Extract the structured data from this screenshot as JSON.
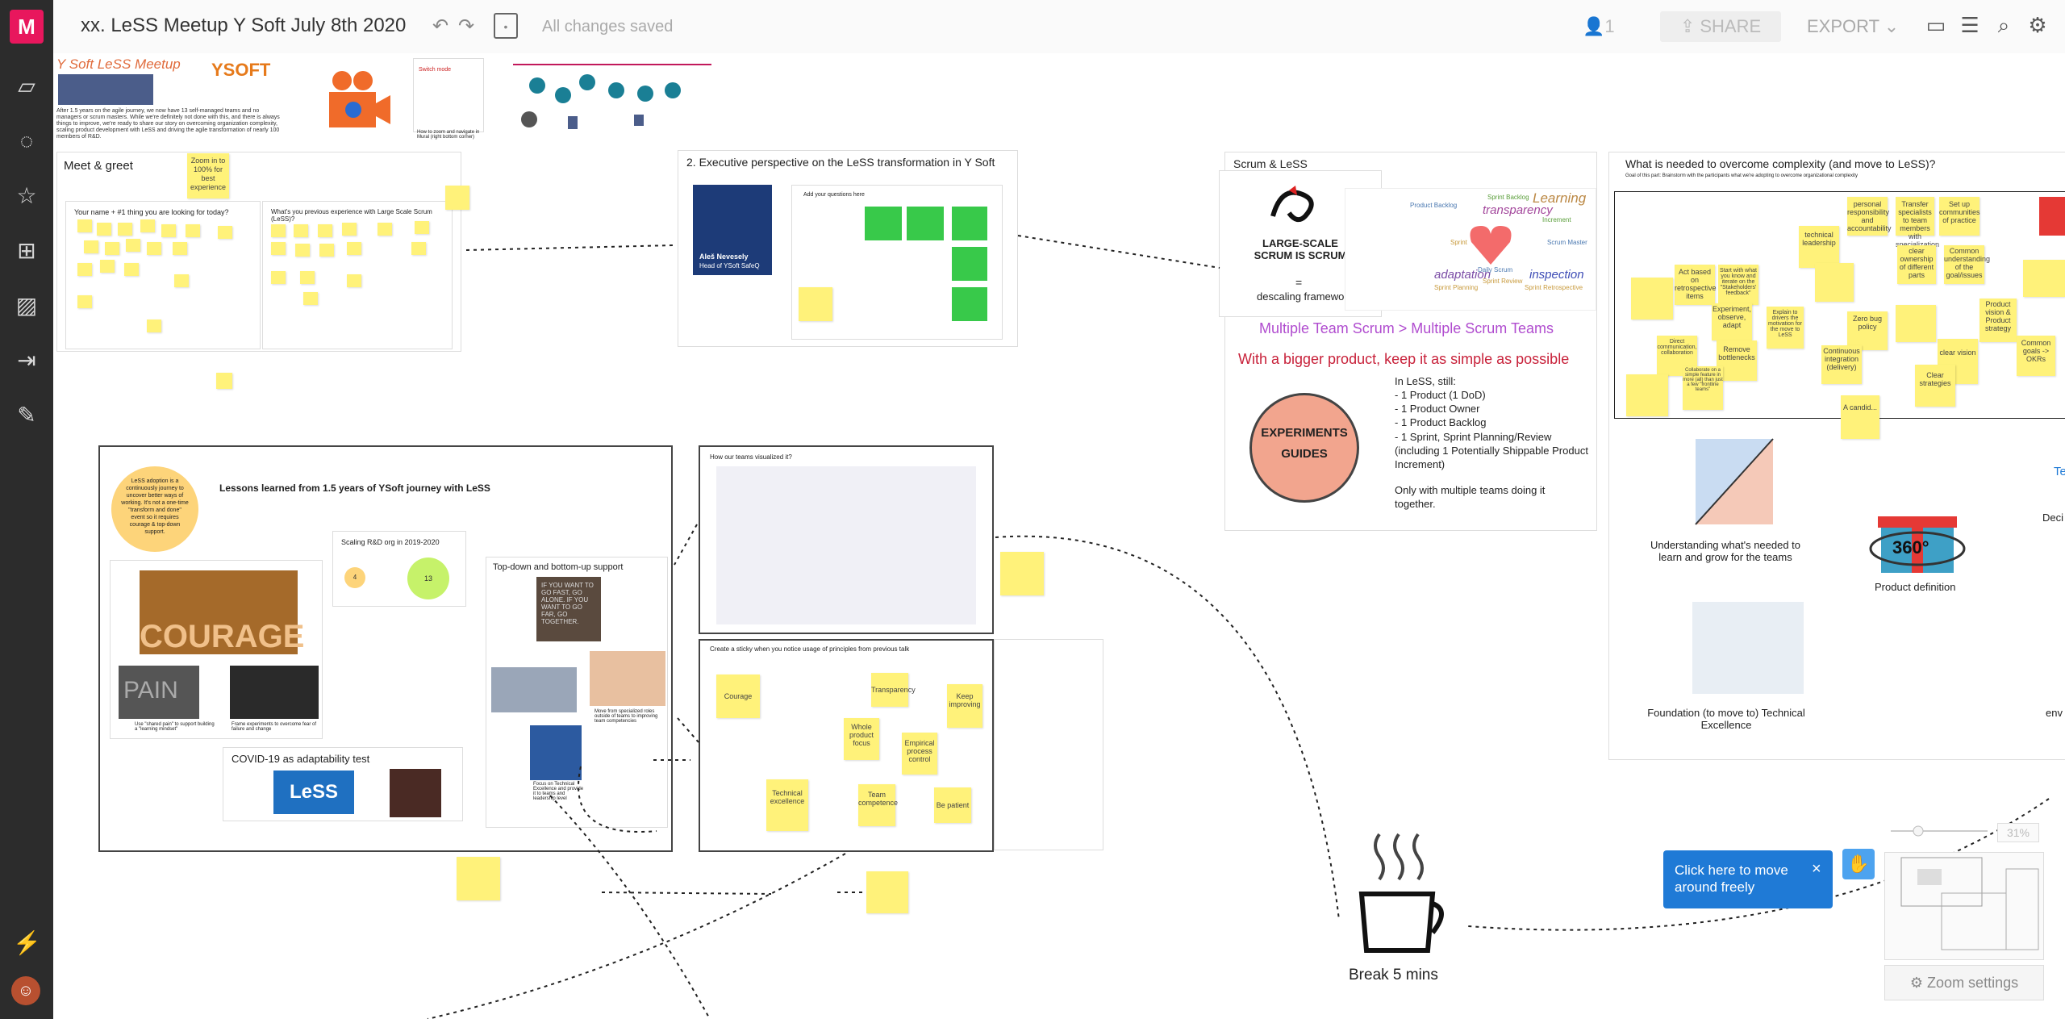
{
  "app": {
    "logo_letter": "M"
  },
  "board": {
    "title": "xx. LeSS Meetup Y Soft July 8th 2020",
    "save_status": "All changes saved"
  },
  "toolbar": {
    "user_count": "1",
    "share_label": "SHARE",
    "export_label": "EXPORT"
  },
  "left_tools": [
    "sticky-note-icon",
    "comment-icon",
    "star-icon",
    "frame-grid-icon",
    "image-icon",
    "import-icon",
    "pen-icon"
  ],
  "intro": {
    "title": "Y Soft LeSS Meetup",
    "brand": "YSOFT",
    "paragraph": "After 1.5 years on the agile journey, we now have 13 self-managed teams and no managers or scrum masters. While we're definitely not done with this, and there is always things to improve, we're ready to share our story on overcoming organization complexity, scaling product development with LeSS and driving the agile transformation of nearly 100 members of R&D.",
    "howto_title": "Switch mode",
    "howto_caption": "How to zoom and navigate in Mural (right bottom corner)"
  },
  "meet_greet": {
    "title": "Meet & greet",
    "zoom_note": "Zoom in to 100% for best experience",
    "q1": "Your name + #1 thing you are looking for today?",
    "q2": "What's you previous experience with Large Scale Scrum (LeSS)?"
  },
  "executive": {
    "title": "2. Executive perspective on the LeSS transformation in Y Soft",
    "person_name": "Aleš Nevesely",
    "person_role": "Head of YSoft SafeQ",
    "questions_label": "Add your questions here"
  },
  "scrum_less": {
    "title": "Scrum & LeSS",
    "logo_text": "LARGE-SCALE SCRUM IS SCRUM",
    "equals": "=",
    "descaling": "descaling framework",
    "words": [
      "Learning",
      "transparency",
      "adaptation",
      "inspection",
      "Product Backlog",
      "Sprint Backlog",
      "Increment",
      "Scrum Master",
      "Daily Scrum",
      "Sprint Planning",
      "Sprint Review",
      "Sprint Retrospective",
      "Sprint"
    ],
    "tagline1": "Multiple Team Scrum > Multiple Scrum Teams",
    "tagline2": "With a bigger product, keep it as simple as possible",
    "experiments_label": "EXPERIMENTS GUIDES",
    "still_heading": "In LeSS, still:",
    "still_items": [
      "- 1 Product (1 DoD)",
      "- 1 Product Owner",
      "- 1 Product Backlog",
      "- 1 Sprint, Sprint Planning/Review (including 1 Potentially Shippable Product Increment)"
    ],
    "still_footer": "Only with multiple teams doing it together."
  },
  "complexity": {
    "title": "What is needed to overcome complexity (and move to LeSS)?",
    "goal": "Goal of this part: Brainstorm with the participants what we're adopting to overcome organizational complexity",
    "stickies": [
      "personal responsibility and accountability",
      "Transfer specialists to team members with specialization",
      "Set up communities of practice",
      "technical leadership",
      "clear ownership of different parts",
      "Common understanding of the goal/issues",
      "Act based on retrospective items",
      "Start with what you know and iterate on the \"Stakeholders' feedback\"",
      "Experiment, observe, adapt",
      "Explain to drivers the motivation for the move to LeSS",
      "Zero bug policy",
      "Product vision & Product strategy",
      "Direct communication, collaboration",
      "Remove bottlenecks",
      "Continuous integration (delivery)",
      "clear vision",
      "Common goals -> OKRs",
      "Collaborate on a simple feature in more (all) than just a few \"frontline teams\"",
      "Clear strategies",
      "A candid..."
    ],
    "caption1": "Understanding what's needed to learn and grow for the teams",
    "caption2": "Product definition",
    "caption3": "Foundation (to move to) Technical Excellence",
    "badge": "360°",
    "cut_text_1": "Te",
    "cut_text_2": "Deci",
    "cut_text_3": "env"
  },
  "lessons": {
    "title": "Lessons learned from 1.5 years of YSoft journey with LeSS",
    "circle_note": "LeSS adoption is a continuously journey to uncover better ways of working. It's not a one-time \"transform and done\" event so it requires courage & top-down support.",
    "scaling_title": "Scaling R&D org in 2019-2020",
    "scaling_left": "4",
    "scaling_right": "13",
    "courage_word": "COURAGE",
    "pain_word": "PAIN",
    "pain_caption": "Use \"shared pain\" to support building a \"learning mindset\"",
    "frame_caption": "Frame experiments to overcome fear of failure and change",
    "topdown_title": "Top-down and bottom-up support",
    "proverb": "IF YOU WANT TO GO FAST, GO ALONE. IF YOU WANT TO GO FAR, GO TOGETHER.",
    "specialized_caption": "Move from specialized roles outside of teams to improving team competencies",
    "tech_caption": "Focus on Technical Excellence and provide it to teams and leadership level",
    "covid_title": "COVID-19 as adaptability test",
    "less_logo": "LeSS"
  },
  "teams_visual": {
    "title": "How our teams visualized it?"
  },
  "principles": {
    "title": "Create a sticky when you notice usage of principles from previous talk",
    "stickies": [
      "Courage",
      "Transparency",
      "Keep improving",
      "Whole product focus",
      "Empirical process control",
      "Technical excellence",
      "Team competence",
      "Be patient"
    ]
  },
  "break": {
    "label": "Break 5 mins"
  },
  "navigation": {
    "hint": "Click here to move around freely",
    "close_glyph": "×",
    "zoom_level": "31%",
    "zoom_settings": "Zoom settings"
  },
  "colors": {
    "brand": "#e8175d",
    "sticky": "#fff27a",
    "sticky_green": "#38c94a",
    "hint": "#1f7ad6",
    "toolbar_dark": "#2c2c2c",
    "tagline1": "#b04ccf",
    "tagline2": "#c8213a"
  }
}
